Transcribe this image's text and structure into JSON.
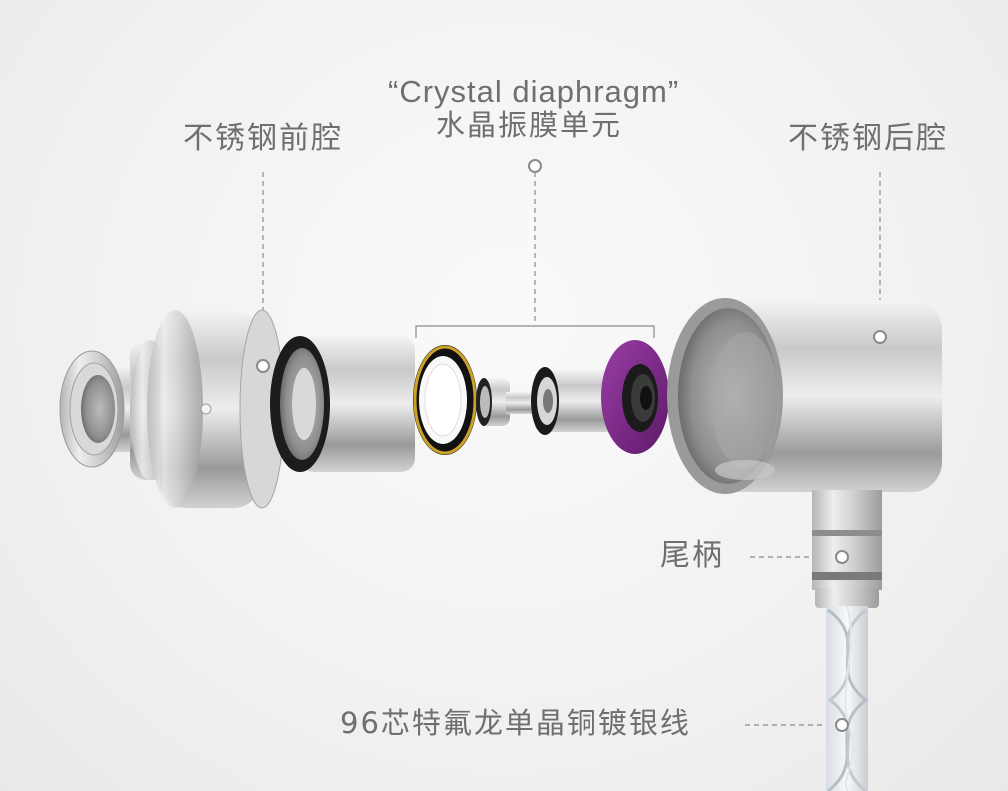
{
  "labels": {
    "front_cavity": "不锈钢前腔",
    "diaphragm_en": "“Crystal  diaphragm”",
    "diaphragm_cn": "水晶振膜单元",
    "rear_cavity": "不锈钢后腔",
    "stem": "尾柄",
    "cable": "96芯特氟龙单晶铜镀银线"
  },
  "colors": {
    "label_text": "#6f6f6f",
    "leader_line": "#8a8a8a",
    "diaphragm_ring": "#7b2a86",
    "gold_rim": "#c9a227",
    "steel_light": "#e8e8e8",
    "steel_dark": "#8c8c8c"
  }
}
